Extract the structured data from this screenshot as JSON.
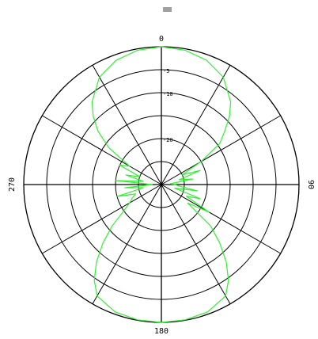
{
  "chart_data": {
    "type": "polar",
    "title": "",
    "angle_labels": [
      {
        "angle": 0,
        "text": "0"
      },
      {
        "angle": 90,
        "text": "90"
      },
      {
        "angle": 180,
        "text": "180"
      },
      {
        "angle": 270,
        "text": "270"
      }
    ],
    "radial_labels": [
      "-5",
      "-10",
      "-20"
    ],
    "radial_range_db": [
      -30,
      0
    ],
    "rings_db": [
      0,
      -5,
      -10,
      -15,
      -20,
      -25
    ],
    "spokes_every_deg": 30,
    "grid": true,
    "series": [
      {
        "color": "#33ee33",
        "angles": [
          0,
          10,
          20,
          30,
          40,
          45,
          50,
          55,
          60,
          65,
          70,
          75,
          80,
          85,
          90,
          95,
          100,
          105,
          110,
          115,
          120,
          125,
          130,
          135,
          140,
          145,
          150,
          160,
          170,
          180,
          190,
          200,
          210,
          215,
          220,
          225,
          230,
          235,
          240,
          245,
          250,
          255,
          260,
          265,
          270,
          275,
          280,
          285,
          290,
          295,
          300,
          305,
          310,
          315,
          320,
          330,
          340,
          350,
          360
        ],
        "values_db": [
          0,
          -0.3,
          -1.2,
          -3,
          -6.5,
          -9,
          -12,
          -14.5,
          -20,
          -25,
          -21,
          -26,
          -23,
          -28,
          -27,
          -26,
          -22,
          -27,
          -21,
          -24,
          -18,
          -23,
          -16,
          -12,
          -8,
          -4.5,
          -2,
          -0.5,
          -0.1,
          0,
          -0.1,
          -0.5,
          -2,
          -4.5,
          -8,
          -12,
          -16,
          -20,
          -22,
          -23,
          -24,
          -20,
          -26,
          -22,
          -28,
          -20,
          -26,
          -22,
          -25,
          -20,
          -22,
          -16,
          -12,
          -9,
          -6.5,
          -3,
          -1.2,
          -0.3,
          0
        ]
      }
    ],
    "legend": "top-center"
  },
  "colors": {
    "grid": "#000000",
    "series": "#33ee33",
    "legend_swatch": "#a0a0a0"
  }
}
